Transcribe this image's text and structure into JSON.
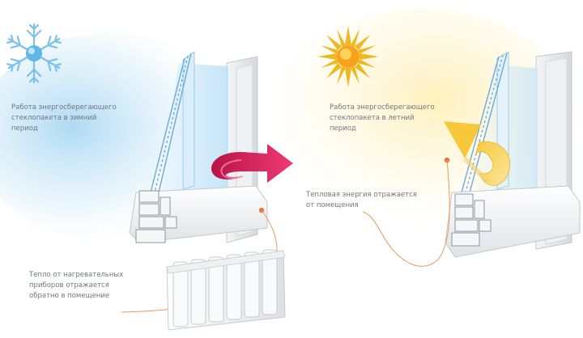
{
  "winter": {
    "icon": "snowflake-icon",
    "caption_lines": [
      "Работа энергосберегающего",
      "стеклопакета в зимний",
      "период"
    ],
    "heat_caption_lines": [
      "Тепло от нагревательных",
      "приборов отражается",
      "обратно в помещение"
    ]
  },
  "summer": {
    "icon": "sun-icon",
    "caption_lines": [
      "Работа энергосберегающего",
      "стеклопакета в летний",
      "период"
    ],
    "heat_caption_lines": [
      "Тепловая энергия отражается",
      "от помещения"
    ]
  },
  "colors": {
    "reflection_arrow": "#e0245e",
    "sun_ray": "#f0b820",
    "cold_glow": "#9fd3f2",
    "warm_glow": "#fff0b8",
    "leader_line": "#e69a5c",
    "glass_stripe": "#6aa9d8"
  }
}
